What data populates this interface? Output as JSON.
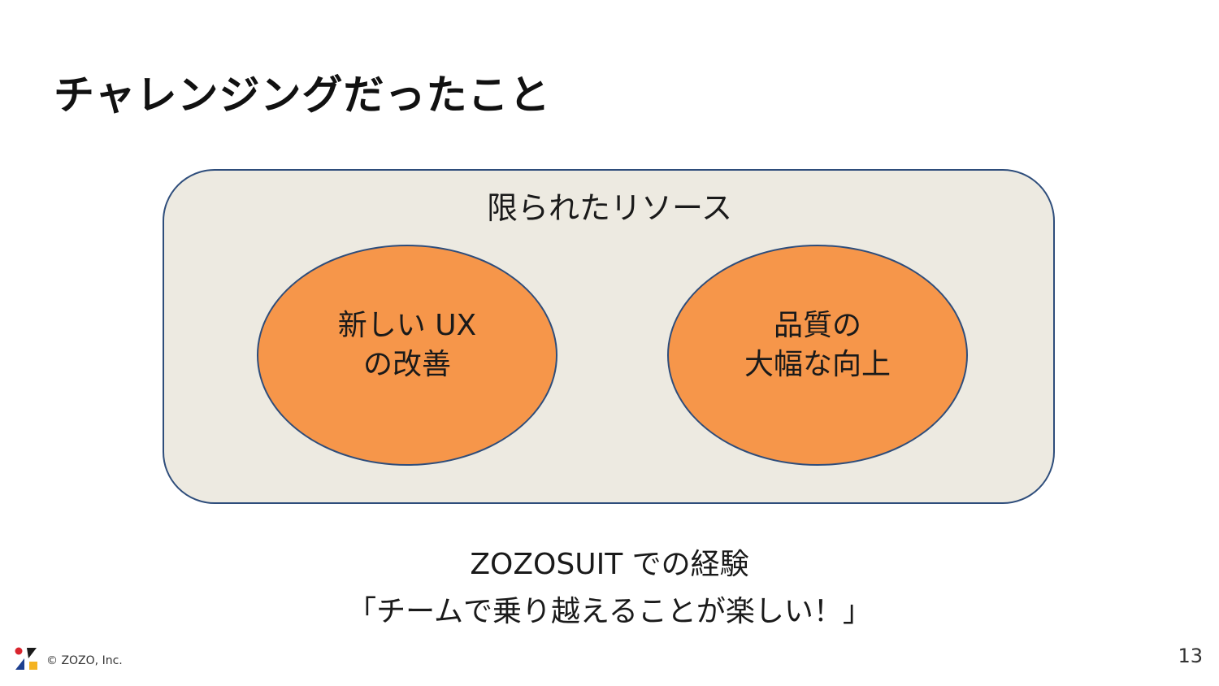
{
  "title": "チャレンジングだったこと",
  "diagram": {
    "container_label": "限られたリソース",
    "items": [
      {
        "lines": [
          "新しい UX",
          "の改善"
        ]
      },
      {
        "lines": [
          "品質の",
          "大幅な向上"
        ]
      }
    ]
  },
  "caption": {
    "line1": "ZOZOSUIT での経験",
    "line2": "「チームで乗り越えることが楽しい！」"
  },
  "footer": {
    "copyright": "© ZOZO, Inc.",
    "page_number": "13",
    "logo_icon": "zozo-logo-icon"
  },
  "colors": {
    "container_fill": "#edeae1",
    "outline": "#2e4d7b",
    "ellipse_fill": "#f6964a",
    "logo_red": "#d9252e",
    "logo_blue": "#1d3f8f",
    "logo_yellow": "#f4b321",
    "logo_black": "#1a1a1a"
  }
}
